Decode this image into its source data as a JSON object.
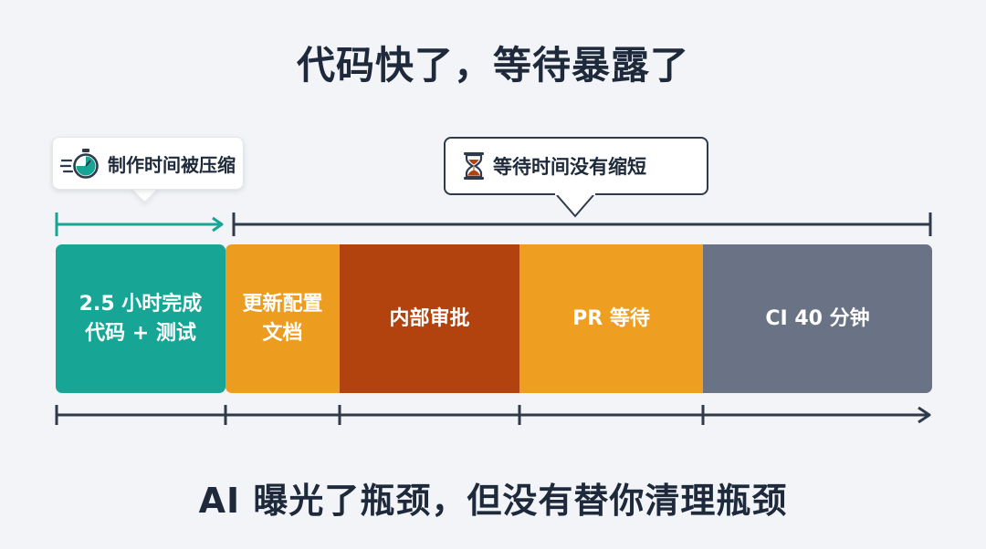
{
  "title": "代码快了，等待暴露了",
  "callouts": {
    "left": {
      "text": "制作时间被压缩",
      "icon": "stopwatch-icon"
    },
    "right": {
      "text": "等待时间没有缩短",
      "icon": "hourglass-icon"
    }
  },
  "blocks": [
    {
      "text": "2.5 小时完成\n代码 + 测试",
      "color": "#17a696"
    },
    {
      "text": "更新配置\n文档",
      "color": "#ec9d20"
    },
    {
      "text": "内部审批",
      "color": "#b2430f"
    },
    {
      "text": "PR 等待",
      "color": "#ee9f22"
    },
    {
      "text": "CI 40 分钟",
      "color": "#6a7385"
    }
  ],
  "colors": {
    "accent_teal": "#17a696",
    "dark": "#2f3a4b",
    "background": "#f2f4f7"
  },
  "subtitle": "AI 曝光了瓶颈，但没有替你清理瓶颈"
}
